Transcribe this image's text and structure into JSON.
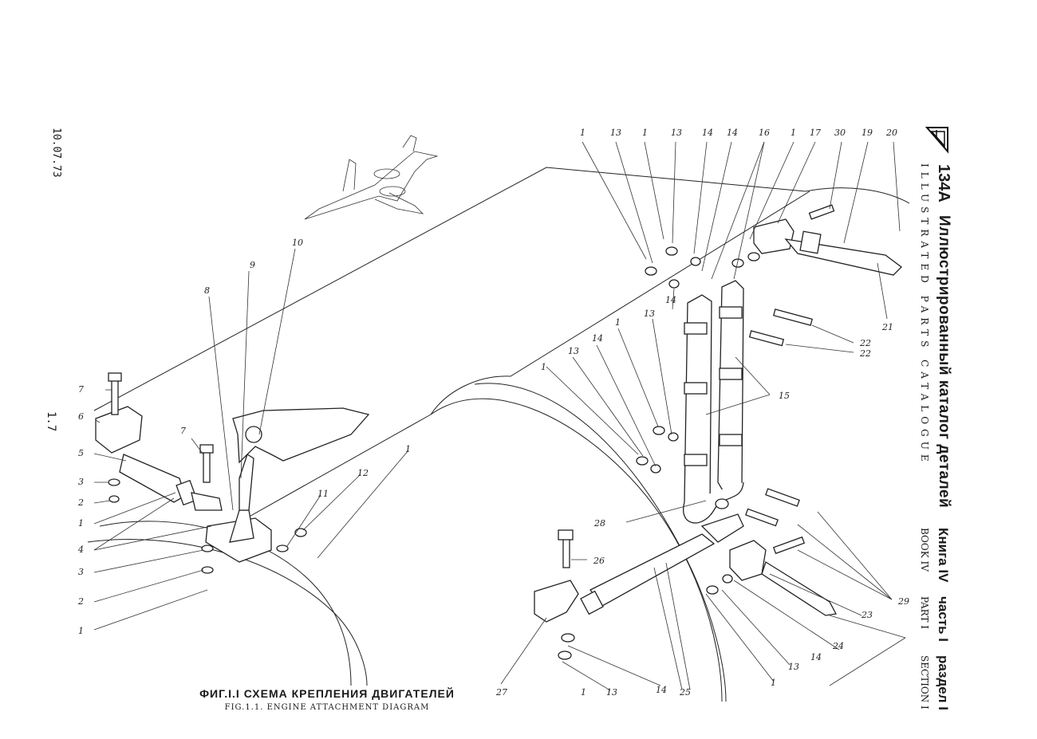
{
  "header": {
    "model": "134A",
    "title_ru": "Иллюстрированный каталог деталей",
    "title_en": "ILLUSTRATED PARTS CATALOGUE",
    "book_ru": "Книга IV",
    "book_en": "BOOK IV",
    "part_ru": "часть I",
    "part_en": "PART I",
    "section_ru": "раздел I",
    "section_en": "SECTION I"
  },
  "margin": {
    "date": "10.07.73",
    "page": "1.7"
  },
  "caption": {
    "ru": "ФИГ.I.I  СХЕМА  КРЕПЛЕНИЯ  ДВИГАТЕЛЕЙ",
    "en": "FIG.1.1. ENGINE ATTACHMENT DIAGRAM"
  },
  "callouts": [
    "1",
    "2",
    "3",
    "4",
    "5",
    "6",
    "7",
    "8",
    "9",
    "10",
    "11",
    "12",
    "13",
    "14",
    "15",
    "16",
    "17",
    "19",
    "20",
    "21",
    "22",
    "23",
    "24",
    "25",
    "26",
    "27",
    "28",
    "29",
    "30"
  ]
}
